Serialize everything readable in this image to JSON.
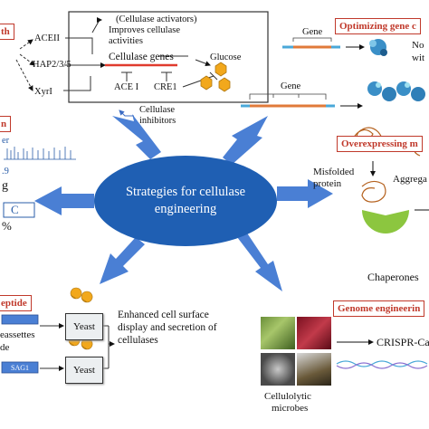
{
  "center": {
    "line1": "Strategies for cellulase",
    "line2": "engineering"
  },
  "panels": {
    "top_left": {
      "label": "th",
      "activators": "(Cellulase activators)",
      "improves": "Improves cellulase",
      "activities": "activities",
      "aceii": "ACEII",
      "hap": "HAP2/3/5",
      "xyr": "XyrI",
      "genes": "Cellulase genes",
      "ace1": "ACE I",
      "cre1": "CRE1",
      "glucose": "Glucose",
      "inhibitors1": "Cellulase",
      "inhibitors2": "inhibitors"
    },
    "top_right": {
      "label": "Optimizing gene c",
      "gene1": "Gene",
      "gene2": "Gene",
      "no1": "No",
      "no2": "wit"
    },
    "mid_left": {
      "label": "n",
      "er": "er",
      "v09": ".9",
      "g": "g",
      "c": "C",
      "pct": "%"
    },
    "mid_right": {
      "label": "Overexpressing m",
      "misfolded1": "Misfolded",
      "misfolded2": "protein",
      "aggrega": "Aggrega",
      "chaperones": "Chaperones"
    },
    "bottom_left": {
      "label": "eptide",
      "yeast1": "Yeast",
      "yeast2": "Yeast",
      "cassettes": "eassettes",
      "de": "de",
      "sag": "SAG1",
      "enhanced1": "Enhanced cell surface",
      "enhanced2": "display and secretion of",
      "enhanced3": "cellulases"
    },
    "bottom_right": {
      "label": "Genome engineerin",
      "crispr": "CRISPR-Ca",
      "microbes1": "Cellulolytic",
      "microbes2": "microbes"
    }
  },
  "colors": {
    "accent_red": "#c0392b",
    "oval_blue": "#1f5fb3",
    "arrow_blue": "#4a7fd4"
  }
}
